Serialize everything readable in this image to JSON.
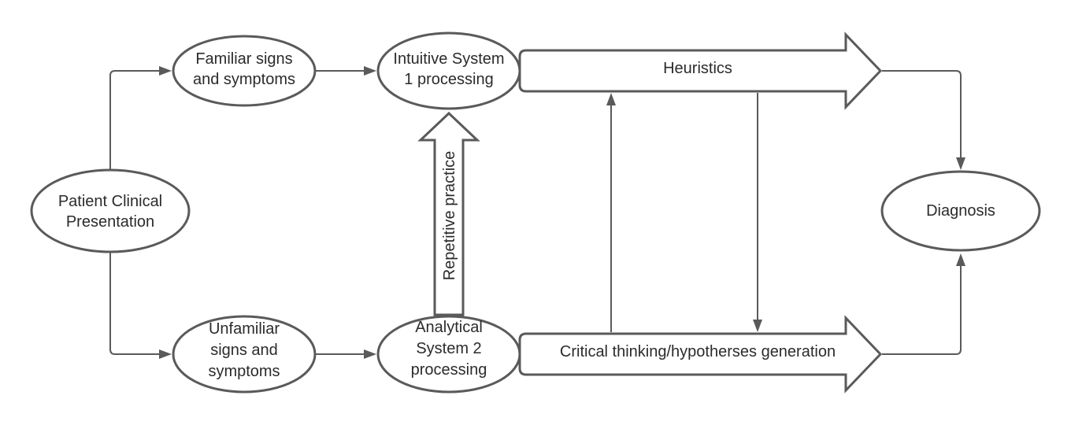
{
  "nodes": {
    "patient": {
      "line1": "Patient Clinical",
      "line2": "Presentation"
    },
    "familiar": {
      "line1": "Familiar signs",
      "line2": "and symptoms"
    },
    "unfamiliar": {
      "line1": "Unfamiliar",
      "line2": "signs and",
      "line3": "symptoms"
    },
    "intuitive": {
      "line1": "Intuitive System",
      "line2": "1 processing"
    },
    "analytical": {
      "line1": "Analytical",
      "line2": "System 2",
      "line3": "processing"
    },
    "diagnosis": {
      "label": "Diagnosis"
    }
  },
  "block_arrows": {
    "heuristics": "Heuristics",
    "critical": "Critical thinking/hypotherses generation",
    "repetitive": "Repetitive practice"
  },
  "colors": {
    "stroke": "#5a5a5a",
    "text": "#2b2b2b",
    "background": "#ffffff"
  }
}
